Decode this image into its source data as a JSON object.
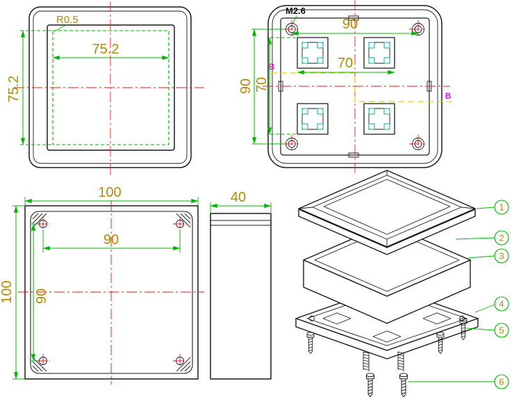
{
  "drawing_title": "enclosure technical drawing",
  "colors": {
    "object_line": "#1a1a1a",
    "dimension_line": "#00b400",
    "dimension_text": "#b08c00",
    "centerline": "#e81416",
    "section_label": "#ff00ff",
    "section_line": "#e3d400",
    "key_accent": "#00a8a8"
  },
  "views": {
    "lid_top": {
      "radius_label": "R0.5",
      "width": "75.2",
      "height": "75.2"
    },
    "top_view": {
      "thread_label": "M2.6",
      "outer_width": "90",
      "key_span_width": "70",
      "outer_height": "90",
      "key_span_height": "70",
      "section_label": "B"
    },
    "base_view": {
      "outer_width": "100",
      "hole_span_width": "90",
      "outer_height": "100",
      "hole_span_height": "90"
    },
    "side_view": {
      "depth": "40"
    },
    "exploded_view": {
      "callouts": [
        "1",
        "2",
        "3",
        "4",
        "5",
        "6"
      ]
    }
  }
}
